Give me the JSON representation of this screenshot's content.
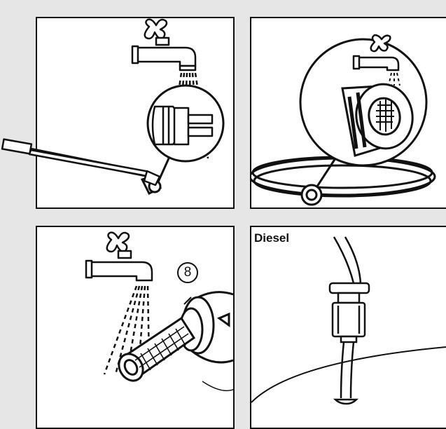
{
  "panels": [
    {
      "id": "p1"
    },
    {
      "id": "p2"
    },
    {
      "id": "p3",
      "callout": "8"
    },
    {
      "id": "p4",
      "label": "Diesel"
    }
  ],
  "colors": {
    "background": "#e6e6e6",
    "panel": "#ffffff",
    "stroke": "#111111"
  },
  "icons": [
    "faucet-icon",
    "water-spray-icon",
    "nozzle-icon",
    "filter-icon",
    "hose-icon",
    "fuel-filter-icon"
  ]
}
